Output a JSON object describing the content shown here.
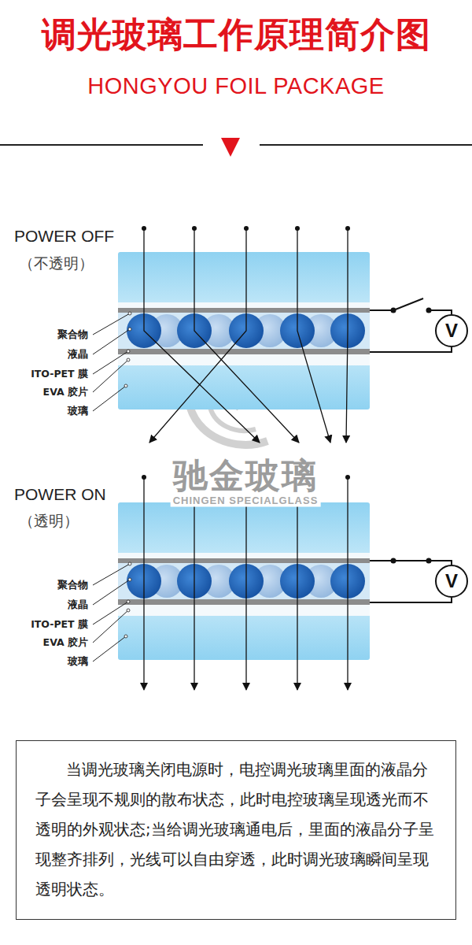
{
  "diagram": {
    "title": "调光玻璃工作原理简介图",
    "caption": "当调光玻璃关闭电源时，电控调光玻璃里面的液晶分子会呈现不规则的散布状态，此时电控玻璃呈现透光而不透明的外观状态;当给调光玻璃通电后，里面的液晶分子呈现整齐排列，光线可以自由穿透，此时调光玻璃瞬间呈现透明状态。",
    "nodes": [
      {
        "text": [
          "V"
        ]
      },
      {
        "text": [
          "V"
        ]
      }
    ],
    "labels": [
      "HONGYOU FOIL PACKAGE",
      "POWER OFF",
      "（不透明）",
      "聚合物",
      "液晶",
      "ITO-PET 膜",
      "EVA 胶片",
      "玻璃",
      "驰金玻璃",
      "CHINGEN SPECIALGLASS",
      "POWER ON",
      "（透明）",
      "聚合物",
      "液晶",
      "ITO-PET 膜",
      "EVA 胶片",
      "玻璃"
    ]
  }
}
